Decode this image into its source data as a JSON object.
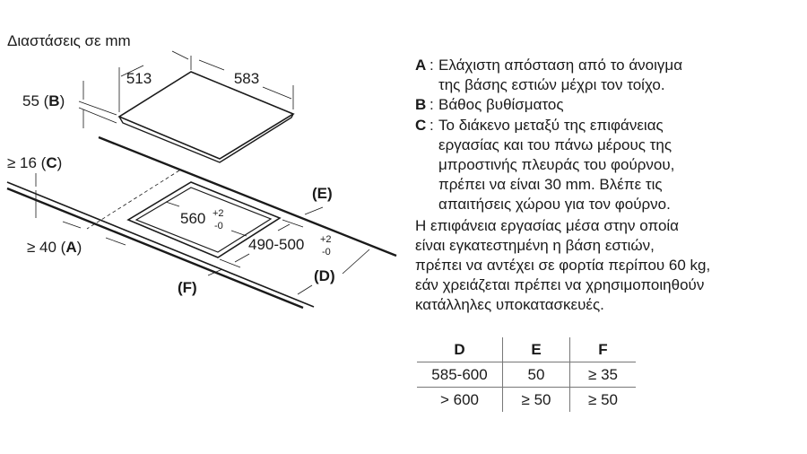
{
  "title": "Διαστάσεις σε mm",
  "diagram": {
    "hob_depth": "513",
    "hob_width": "583",
    "hob_height": "55 (",
    "label_b": "B",
    "min_c": "≥ 16 (",
    "label_c": "C",
    "min_a": "≥ 40 (",
    "label_a": "A",
    "close": ")",
    "cutout_width": "560",
    "cutout_depth": "490-500",
    "tol_plus": "+2",
    "tol_minus": "-0",
    "label_e": "(E)",
    "label_d": "(D)",
    "label_f": "(F)"
  },
  "notes": [
    {
      "key": "A",
      "lines": [
        "Ελάχιστη απόσταση από το άνοιγμα",
        "της βάσης εστιών μέχρι τον τοίχο."
      ]
    },
    {
      "key": "B",
      "lines": [
        "Βάθος βυθίσματος"
      ]
    },
    {
      "key": "C",
      "lines": [
        "Το διάκενο μεταξύ της επιφάνειας",
        "εργασίας και του πάνω μέρους της",
        "μπροστινής πλευράς του φούρνου,",
        "πρέπει να είναι 30 mm. Βλέπε τις",
        "απαιτήσεις χώρου για τον φούρνο."
      ]
    }
  ],
  "paragraph": [
    "Η επιφάνεια εργασίας μέσα στην οποία",
    "είναι εγκατεστημένη η βάση εστιών,",
    "πρέπει να αντέχει σε φορτία περίπου 60 kg,",
    "εάν χρειάζεται πρέπει να χρησιμοποιηθούν",
    "κατάλληλες υποκατασκευές."
  ],
  "table": {
    "headers": [
      "D",
      "E",
      "F"
    ],
    "rows": [
      [
        "585-600",
        "50",
        "≥ 35"
      ],
      [
        "> 600",
        "≥ 50",
        "≥ 50"
      ]
    ]
  }
}
